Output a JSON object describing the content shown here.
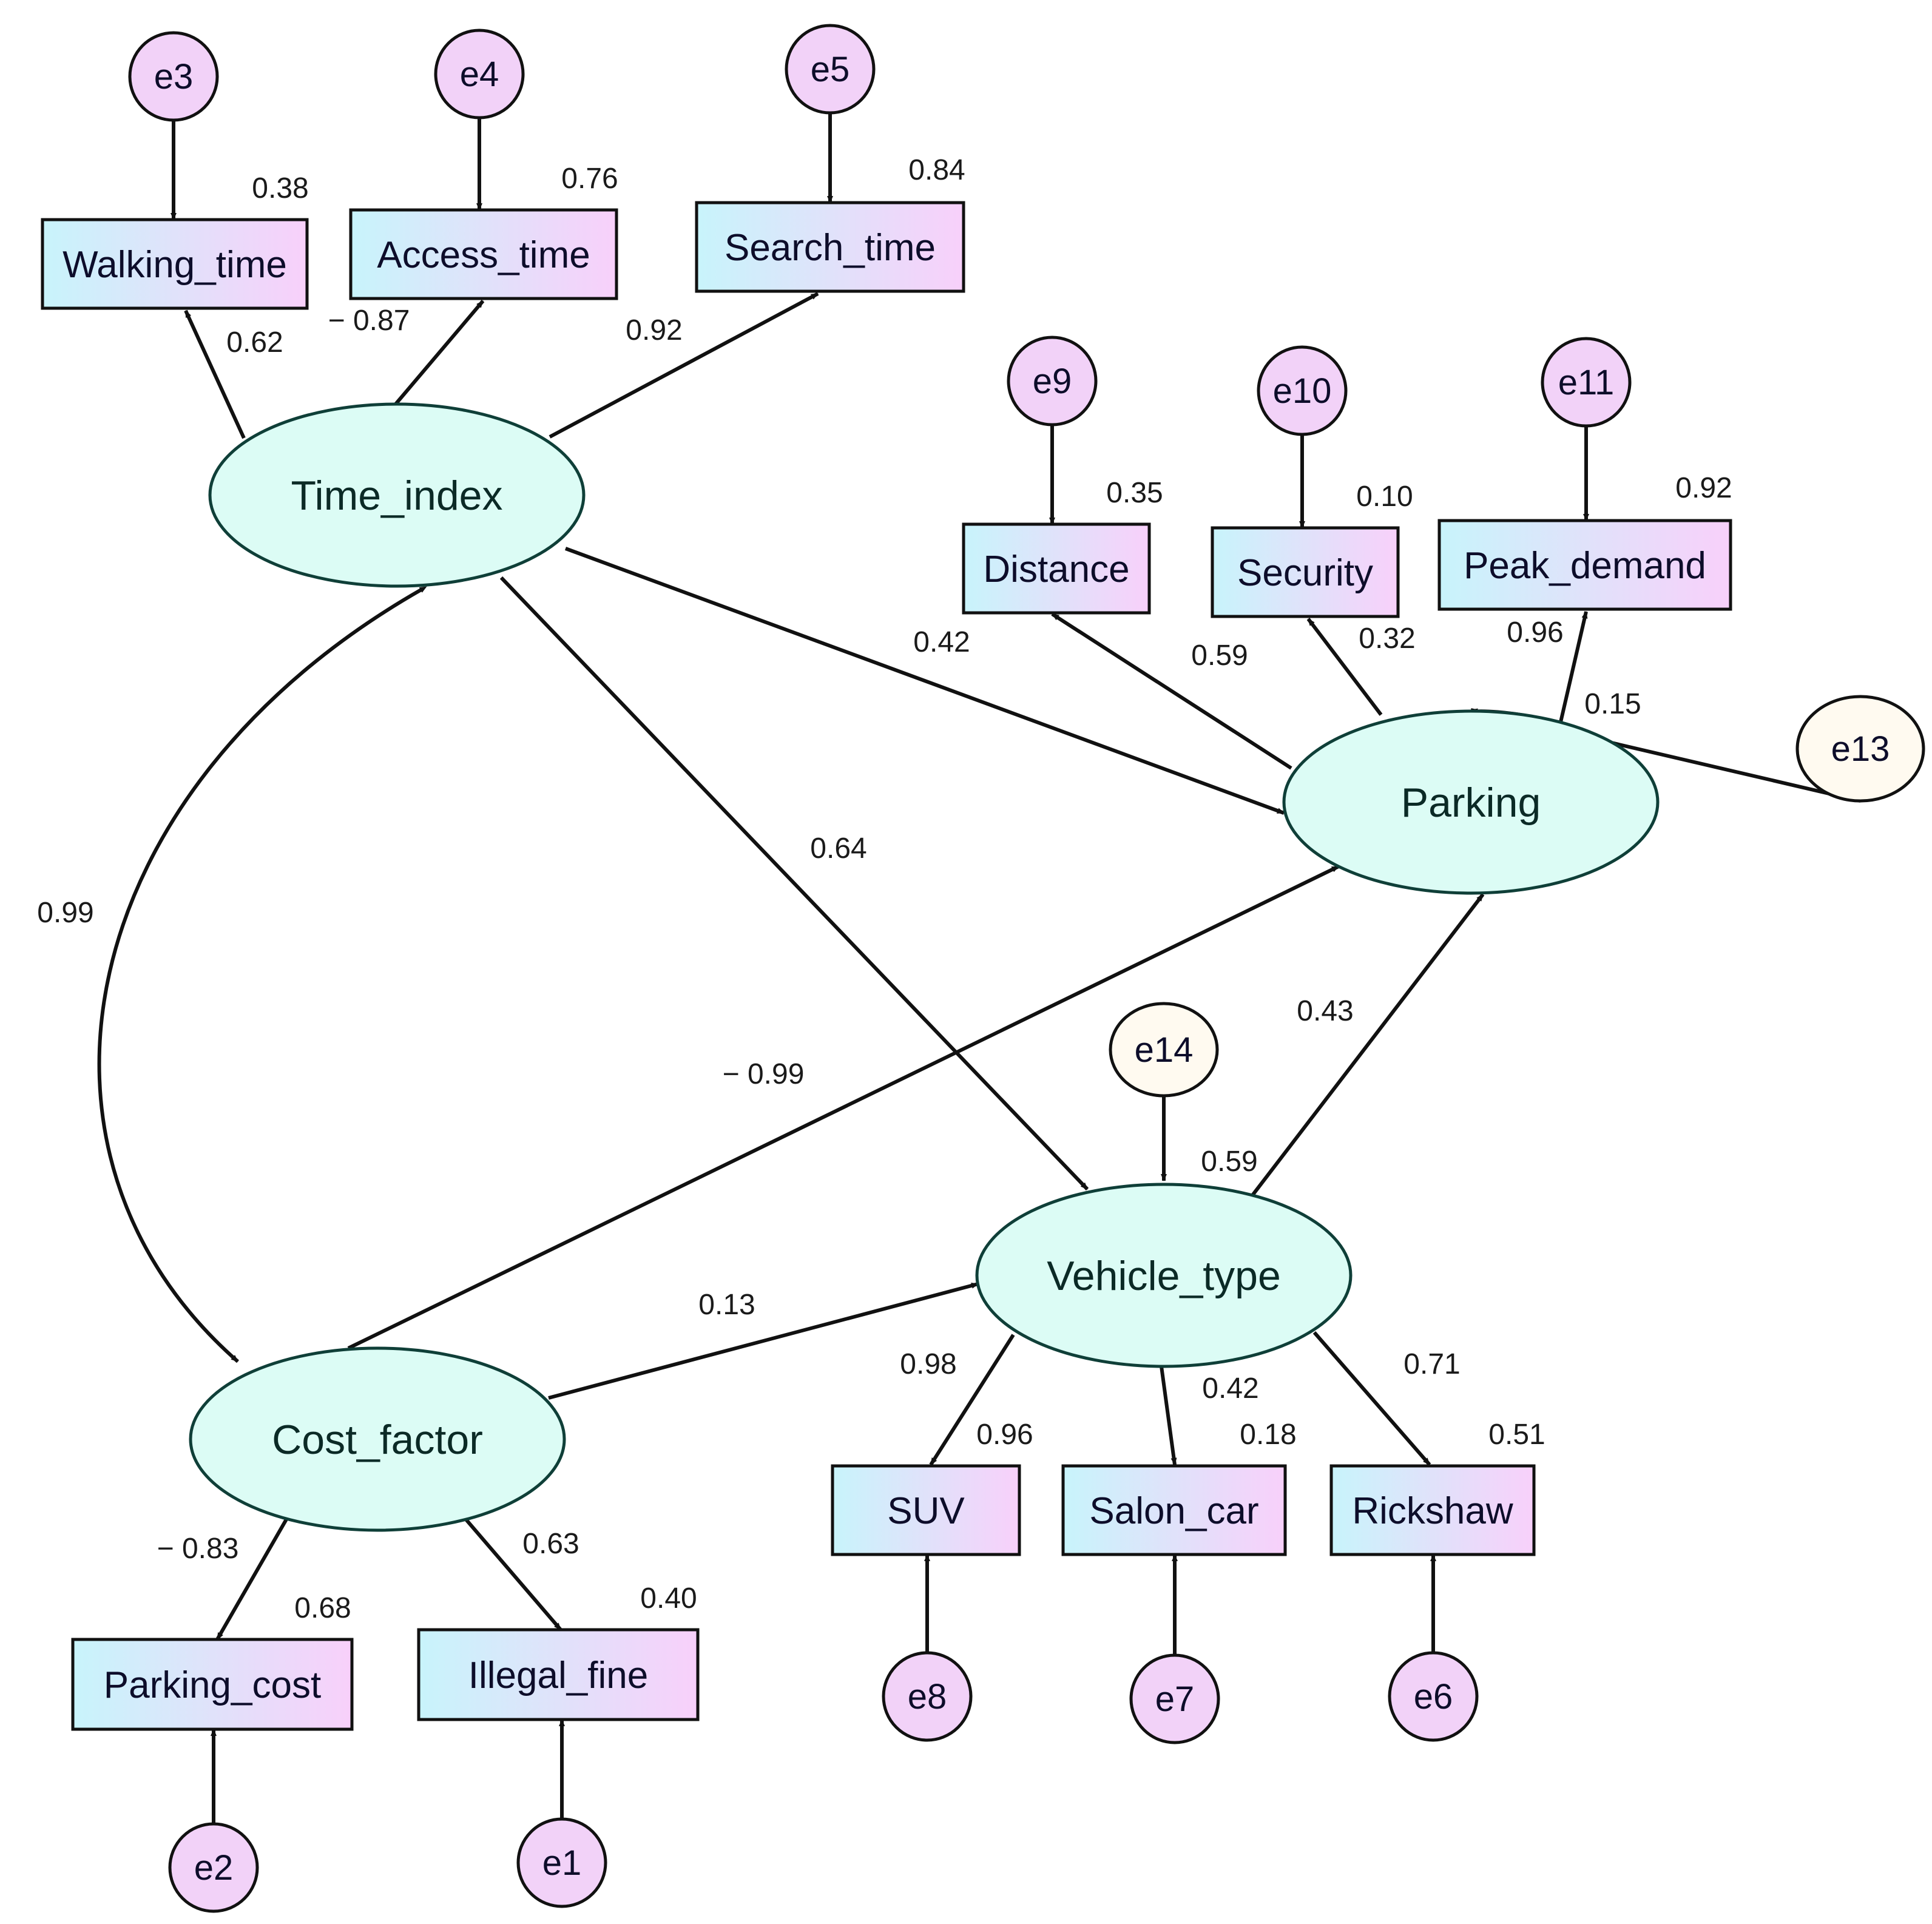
{
  "colors": {
    "latent_fill": "#dcfcf5",
    "observed_left": "#c8f4fb",
    "observed_right": "#f8d0fa",
    "error_fill": "#f2d2f8",
    "disturbance_fill": "#fffaf0",
    "stroke": "#111111"
  },
  "latents": [
    {
      "id": "time",
      "label": "Time_index"
    },
    {
      "id": "park",
      "label": "Parking"
    },
    {
      "id": "veh",
      "label": "Vehicle_type"
    },
    {
      "id": "cost",
      "label": "Cost_factor"
    }
  ],
  "observed": [
    {
      "id": "walk",
      "label": "Walking_time",
      "r2": "0.38"
    },
    {
      "id": "access",
      "label": "Access_time",
      "r2": "0.76"
    },
    {
      "id": "search",
      "label": "Search_time",
      "r2": "0.84"
    },
    {
      "id": "dist",
      "label": "Distance",
      "r2": "0.35"
    },
    {
      "id": "sec",
      "label": "Security",
      "r2": "0.10"
    },
    {
      "id": "peak",
      "label": "Peak_demand",
      "r2": "0.92"
    },
    {
      "id": "suv",
      "label": "SUV",
      "r2": "0.96"
    },
    {
      "id": "salon",
      "label": "Salon_car",
      "r2": "0.18"
    },
    {
      "id": "rick",
      "label": "Rickshaw",
      "r2": "0.51"
    },
    {
      "id": "pcost",
      "label": "Parking_cost",
      "r2": "0.68"
    },
    {
      "id": "fine",
      "label": "Illegal_fine",
      "r2": "0.40"
    }
  ],
  "errors": [
    {
      "id": "e3",
      "label": "e3"
    },
    {
      "id": "e4",
      "label": "e4"
    },
    {
      "id": "e5",
      "label": "e5"
    },
    {
      "id": "e9",
      "label": "e9"
    },
    {
      "id": "e10",
      "label": "e10"
    },
    {
      "id": "e11",
      "label": "e11"
    },
    {
      "id": "e8",
      "label": "e8"
    },
    {
      "id": "e7",
      "label": "e7"
    },
    {
      "id": "e6",
      "label": "e6"
    },
    {
      "id": "e2",
      "label": "e2"
    },
    {
      "id": "e1",
      "label": "e1"
    }
  ],
  "disturbances": [
    {
      "id": "e13",
      "label": "e13"
    },
    {
      "id": "e14",
      "label": "e14"
    }
  ],
  "paths": [
    {
      "id": "time_walk",
      "label": "0.62"
    },
    {
      "id": "time_access",
      "label": "− 0.87"
    },
    {
      "id": "time_search",
      "label": "0.92"
    },
    {
      "id": "park_dist",
      "label": "0.59"
    },
    {
      "id": "park_sec",
      "label": "0.32"
    },
    {
      "id": "park_peak",
      "label": "0.96"
    },
    {
      "id": "time_park",
      "label": "0.42"
    },
    {
      "id": "time_veh",
      "label": "0.64"
    },
    {
      "id": "cost_park",
      "label": "− 0.99"
    },
    {
      "id": "veh_park",
      "label": "0.43"
    },
    {
      "id": "cost_veh",
      "label": "0.13"
    },
    {
      "id": "veh_suv",
      "label": "0.98"
    },
    {
      "id": "veh_salon",
      "label": "0.42"
    },
    {
      "id": "veh_rick",
      "label": "0.71"
    },
    {
      "id": "cost_pcost",
      "label": "− 0.83"
    },
    {
      "id": "cost_fine",
      "label": "0.63"
    },
    {
      "id": "time_cost_cov",
      "label": "0.99"
    }
  ],
  "latent_r2": [
    {
      "id": "park",
      "value": "0.15"
    },
    {
      "id": "veh",
      "value": "0.59"
    }
  ]
}
